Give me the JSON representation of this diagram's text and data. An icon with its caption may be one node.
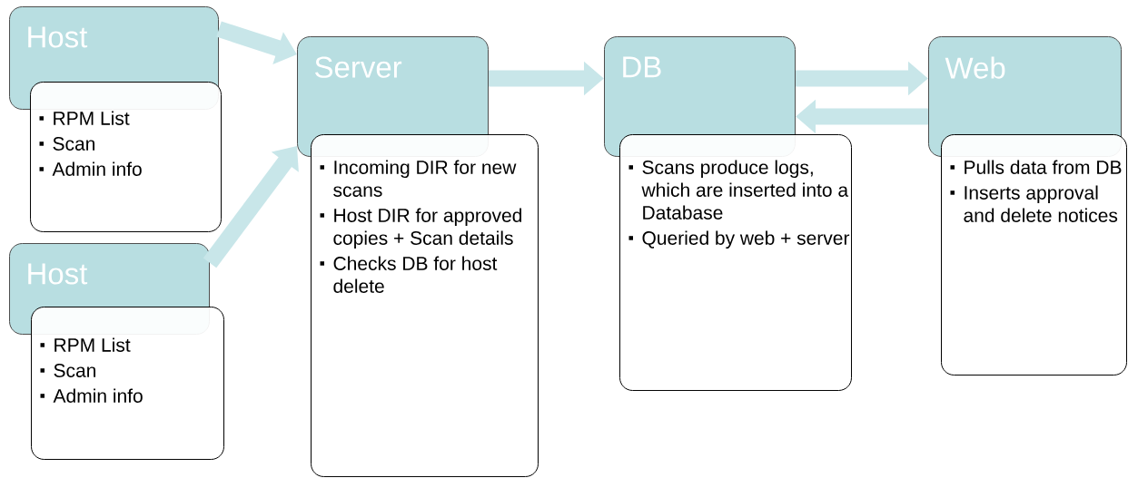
{
  "diagram": {
    "nodes": [
      {
        "text": [
          "Host"
        ]
      },
      {
        "text": [
          "RPM List",
          "Scan",
          "Admin info"
        ]
      },
      {
        "text": [
          "Host"
        ]
      },
      {
        "text": [
          "RPM List",
          "Scan",
          "Admin info"
        ]
      },
      {
        "text": [
          "Server"
        ]
      },
      {
        "text": [
          "Incoming DIR for new scans",
          "Host DIR for approved copies + Scan details",
          "Checks DB for host delete"
        ]
      },
      {
        "text": [
          "DB"
        ]
      },
      {
        "text": [
          "Scans produce logs, which are inserted into a Database",
          "Queried by web + server"
        ]
      },
      {
        "text": [
          "Web"
        ]
      },
      {
        "text": [
          "Pulls data from DB",
          "Inserts approval and delete notices"
        ]
      }
    ],
    "edges": [
      {
        "from": 0,
        "to": 4,
        "arrow": "to"
      },
      {
        "from": 2,
        "to": 4,
        "arrow": "to"
      },
      {
        "from": 4,
        "to": 6,
        "arrow": "to"
      },
      {
        "from": 6,
        "to": 8,
        "arrow": "to"
      },
      {
        "from": 8,
        "to": 6,
        "arrow": "to"
      }
    ]
  }
}
